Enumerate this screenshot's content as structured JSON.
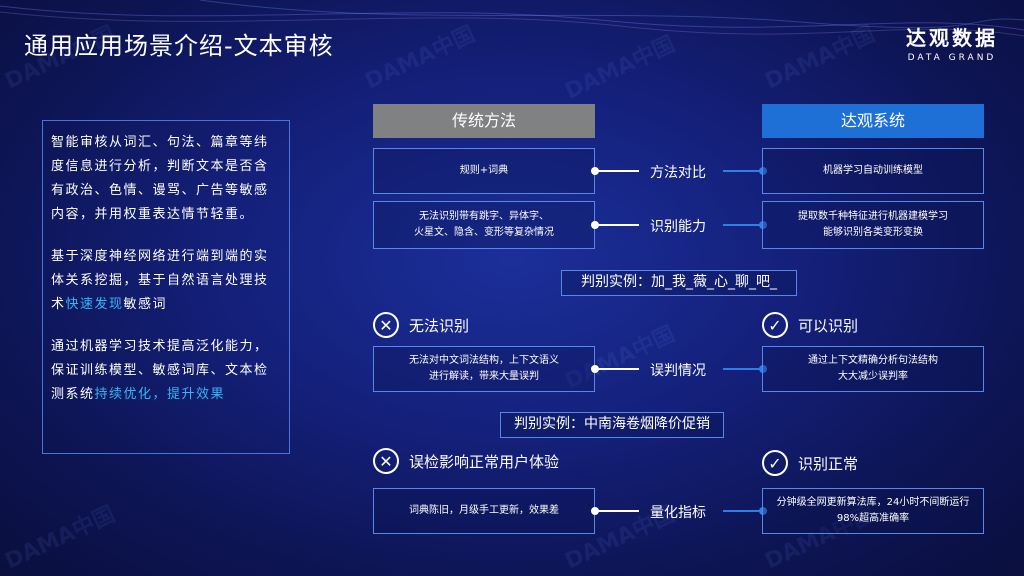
{
  "title": "通用应用场景介绍-文本审核",
  "logo": {
    "cn": "达观数据",
    "en": "DATA GRAND"
  },
  "watermark": "DAMA中国",
  "left_panel": {
    "p1": "智能审核从词汇、句法、篇章等纬度信息进行分析，判断文本是否含有政治、色情、谩骂、广告等敏感内容，并用权重表达情节轻重。",
    "p2_prefix": "基于深度神经网络进行端到端的实体关系挖掘，基于自然语言处理技术",
    "p2_highlight": "快速发现",
    "p2_suffix": "敏感词",
    "p3_prefix": "通过机器学习技术提高泛化能力，保证训练模型、敏感词库、文本检测系统",
    "p3_highlight": "持续优化，提升效果"
  },
  "headers": {
    "traditional": "传统方法",
    "datagrand": "达观系统"
  },
  "rows": [
    {
      "label": "方法对比",
      "left": "规则+词典",
      "right": "机器学习自动训练模型"
    },
    {
      "label": "识别能力",
      "left": "无法识别带有跳字、异体字、\n火星文、隐含、变形等复杂情况",
      "right": "提取数千种特征进行机器建模学习\n能够识别各类变形变换"
    }
  ],
  "example1": "判别实例：加_我_薇_心_聊_吧_",
  "status1": {
    "left": "无法识别",
    "right": "可以识别"
  },
  "row3": {
    "label": "误判情况",
    "left": "无法对中文词法结构，上下文语义\n进行解读，带来大量误判",
    "right": "通过上下文精确分析句法结构\n大大减少误判率"
  },
  "example2": "判别实例：中南海卷烟降价促销",
  "status2": {
    "left": "误检影响正常用户体验",
    "right": "识别正常"
  },
  "row4": {
    "label": "量化指标",
    "left": "词典陈旧，月级手工更新，效果差",
    "right": "分钟级全网更新算法库，24小时不间断运行\n98%超高准确率"
  },
  "icons": {
    "cross": "✕",
    "check": "✓"
  }
}
